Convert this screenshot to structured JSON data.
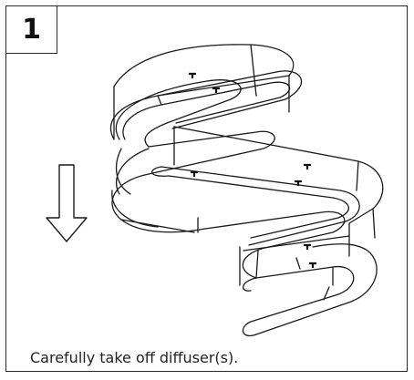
{
  "step": {
    "number": "1"
  },
  "caption": {
    "text": "Carefully take off diffuser(s)."
  },
  "illustration": {
    "arrow_direction": "down",
    "clip_marker": "T"
  }
}
